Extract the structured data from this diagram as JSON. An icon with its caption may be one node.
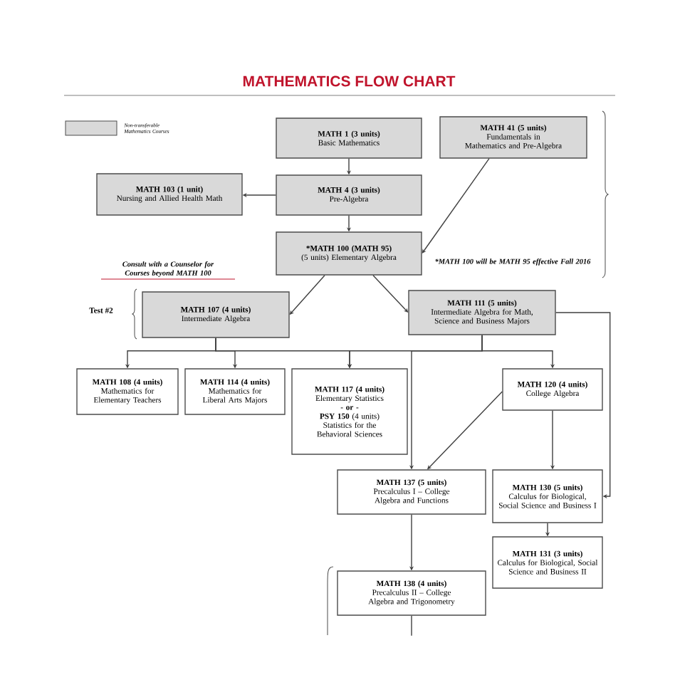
{
  "diagram": {
    "title": "MATHEMATICS FLOW CHART",
    "nodes": [
      {
        "text": [
          "MATH 1 (3 units)",
          "Basic Mathematics"
        ]
      },
      {
        "text": [
          "MATH 41 (5 units)",
          "Fundamentals in Mathematics and Pre-Algebra"
        ]
      },
      {
        "text": [
          "MATH 103 (1 unit)",
          "Nursing and Allied Health Math"
        ]
      },
      {
        "text": [
          "MATH 4 (3 units)",
          "Pre-Algebra"
        ]
      },
      {
        "text": [
          "*MATH 100 (MATH 95)",
          "(5 units) Elementary Algebra"
        ]
      },
      {
        "text": [
          "MATH 107 (4 units)",
          "Intermediate Algebra"
        ]
      },
      {
        "text": [
          "MATH 111 (5 units)",
          "Intermediate Algebra for Math, Science and Business Majors"
        ]
      },
      {
        "text": [
          "MATH 108 (4 units)",
          "Mathematics for Elementary Teachers"
        ]
      },
      {
        "text": [
          "MATH 114 (4 units)",
          "Mathematics for Liberal Arts Majors"
        ]
      },
      {
        "text": [
          "MATH 117 (4 units)",
          "Elementary Statistics",
          "**- or -**",
          "**PSY 150** (4 units)",
          "Statistics for the Behavioral Sciences"
        ]
      },
      {
        "text": [
          "MATH 120 (4 units)",
          "College Algebra"
        ]
      },
      {
        "text": [
          "MATH 137 (5 units)",
          "Precalculus I – College Algebra and Functions"
        ]
      },
      {
        "text": [
          "MATH 130 (5 units)",
          "Calculus for Biological, Social Science and Business I"
        ]
      },
      {
        "text": [
          "MATH 131 (3 units)",
          "Calculus for Biological, Social Science and Business II"
        ]
      },
      {
        "text": [
          "MATH 138 (4 units)",
          "Precalculus II – College Algebra and Trigonometry"
        ]
      }
    ],
    "edges": [
      {
        "from": 0,
        "to": 3,
        "arrow": "to"
      },
      {
        "from": 3,
        "to": 2,
        "arrow": "to"
      },
      {
        "from": 3,
        "to": 4,
        "arrow": "to"
      },
      {
        "from": 1,
        "to": 4,
        "arrow": "to"
      },
      {
        "from": 4,
        "to": 5,
        "arrow": "to"
      },
      {
        "from": 4,
        "to": 6,
        "arrow": "to"
      },
      {
        "from": 5,
        "to": 7,
        "arrow": "to"
      },
      {
        "from": 5,
        "to": 8,
        "arrow": "to"
      },
      {
        "from": 5,
        "to": 9,
        "arrow": "to"
      },
      {
        "from": 6,
        "to": 9,
        "arrow": "to"
      },
      {
        "from": 6,
        "to": 10,
        "arrow": "to"
      },
      {
        "from": 6,
        "to": 11,
        "arrow": "to"
      },
      {
        "from": 10,
        "to": 11,
        "arrow": "to"
      },
      {
        "from": 10,
        "to": 12,
        "arrow": "to"
      },
      {
        "from": 6,
        "to": 12,
        "arrow": "to"
      },
      {
        "from": 12,
        "to": 13,
        "arrow": "to"
      },
      {
        "from": 11,
        "to": 14,
        "arrow": "to"
      },
      {
        "from": 14,
        "to": null,
        "arrow": "none"
      }
    ],
    "labels": [
      "Consult with a Counselor for Courses beyond MATH 100",
      "*MATH 100 will be MATH 95 effective Fall 2016",
      "Test #2"
    ],
    "legend": [
      {
        "text": "Non-transferable Mathematics Courses",
        "color": "#d9d9d9"
      }
    ]
  }
}
